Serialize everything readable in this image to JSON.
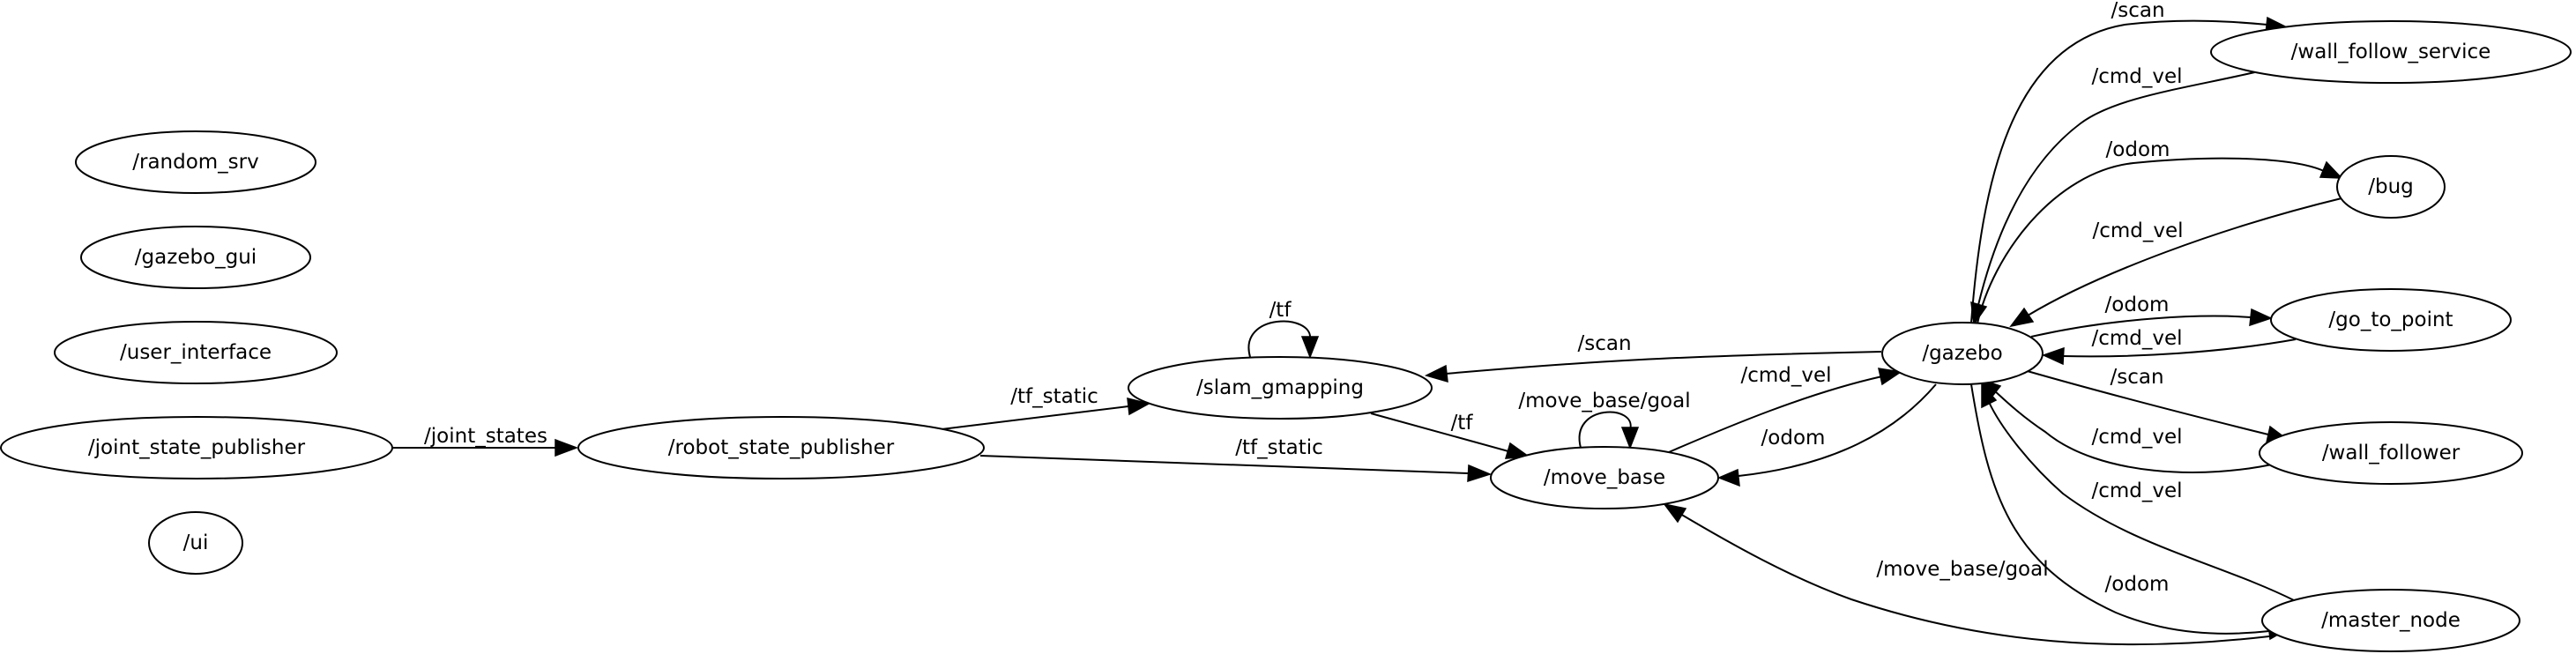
{
  "graph": {
    "nodes": {
      "random_srv": "/random_srv",
      "gazebo_gui": "/gazebo_gui",
      "user_interface": "/user_interface",
      "joint_state_publisher": "/joint_state_publisher",
      "ui": "/ui",
      "robot_state_publisher": "/robot_state_publisher",
      "slam_gmapping": "/slam_gmapping",
      "move_base": "/move_base",
      "gazebo": "/gazebo",
      "wall_follow_service": "/wall_follow_service",
      "bug": "/bug",
      "go_to_point": "/go_to_point",
      "wall_follower": "/wall_follower",
      "master_node": "/master_node"
    },
    "edges": {
      "joint_states": "/joint_states",
      "rsp_tf_static_slam": "/tf_static",
      "rsp_tf_static_movebase": "/tf_static",
      "slam_tf_self": "/tf",
      "slam_tf_movebase": "/tf",
      "movebase_goal_self": "/move_base/goal",
      "movebase_cmd_vel": "/cmd_vel",
      "gazebo_scan_slam": "/scan",
      "gazebo_odom_movebase": "/odom",
      "gazebo_scan_wfs": "/scan",
      "wfs_cmd_vel": "/cmd_vel",
      "gazebo_odom_bug": "/odom",
      "bug_cmd_vel": "/cmd_vel",
      "gazebo_odom_gtp": "/odom",
      "gtp_cmd_vel": "/cmd_vel",
      "gazebo_scan_wf": "/scan",
      "wf_cmd_vel": "/cmd_vel",
      "master_cmd_vel": "/cmd_vel",
      "gazebo_odom_master": "/odom",
      "master_goal_movebase": "/move_base/goal"
    }
  }
}
